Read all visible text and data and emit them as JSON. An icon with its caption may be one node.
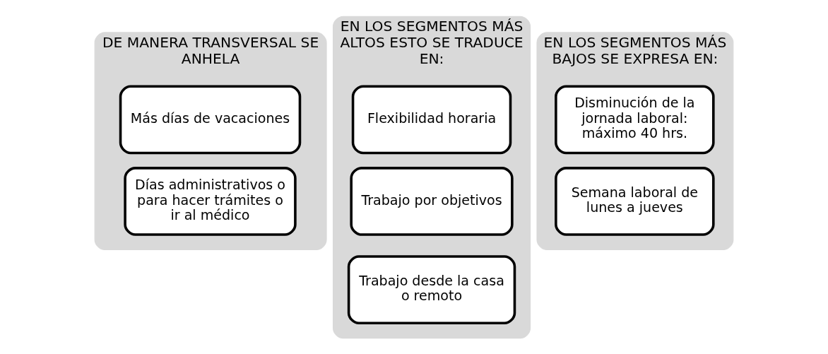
{
  "diagram": {
    "nodes": [
      {
        "text": [
          "DE MANERA TRANSVERSAL SE ANHELA"
        ]
      },
      {
        "text": [
          "Más días de vacaciones"
        ],
        "in": 0
      },
      {
        "text": [
          "Días administrativos o para hacer trámites o ir al médico"
        ],
        "in": 0
      },
      {
        "text": [
          "EN LOS SEGMENTOS MÁS ALTOS ESTO SE TRADUCE EN:"
        ]
      },
      {
        "text": [
          "Flexibilidad horaria"
        ],
        "in": 3
      },
      {
        "text": [
          "Trabajo por objetivos"
        ],
        "in": 3
      },
      {
        "text": [
          "Trabajo desde la casa o remoto"
        ],
        "in": 3
      },
      {
        "text": [
          "EN LOS SEGMENTOS MÁS BAJOS SE EXPRESA EN:"
        ]
      },
      {
        "text": [
          "Disminución de la jornada laboral: máximo 40 hrs."
        ],
        "in": 7
      },
      {
        "text": [
          "Semana laboral de lunes a jueves"
        ],
        "in": 7
      }
    ],
    "edges": []
  }
}
